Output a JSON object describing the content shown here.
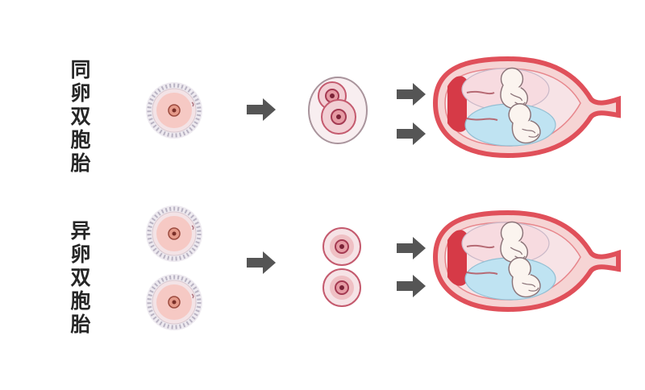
{
  "rows": [
    {
      "label_chars": [
        "同",
        "卵",
        "双",
        "胞",
        "胎"
      ]
    },
    {
      "label_chars": [
        "异",
        "卵",
        "双",
        "胞",
        "胎"
      ]
    }
  ],
  "icons": {
    "egg": "fertilized-egg-icon",
    "arrow": "right-arrow-icon",
    "embryo": "embryo-cell-icon",
    "uterus": "uterus-with-twins-icon"
  },
  "colors": {
    "arrow": "#555555",
    "uterus_wall": "#e0505a",
    "uterus_inner": "#f6d4d4",
    "amniotic_blue": "#bfe3f2",
    "amniotic_pink": "#f7dbe0",
    "egg_core": "#f6c9c4",
    "embryo_fill": "#efc0c4",
    "embryo_ring": "#c9526a"
  }
}
